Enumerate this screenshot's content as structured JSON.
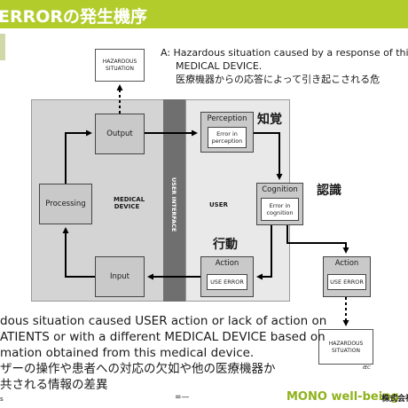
{
  "slide": {
    "title": "ERRORの発生機序"
  },
  "annotation_a": {
    "line1": "A: Hazardous situation caused by a response of this",
    "line2": "MEDICAL DEVICE.",
    "line3": "医療機器からの応答によって引き起こされる危"
  },
  "diagram": {
    "hazard_top": {
      "line1": "HAZARDOUS",
      "line2": "SITUATION"
    },
    "medical_device_label": {
      "line1": "MEDICAL",
      "line2": "DEVICE"
    },
    "user_interface_label": "USER INTERFACE",
    "user_label": "USER",
    "output": "Output",
    "processing": "Processing",
    "input": "Input",
    "perception": {
      "title": "Perception",
      "inner_line1": "Error in",
      "inner_line2": "perception"
    },
    "cognition": {
      "title": "Cognition",
      "inner_line1": "Error in",
      "inner_line2": "cognition"
    },
    "action_left": {
      "title": "Action",
      "inner": "USE ERROR"
    },
    "action_right": {
      "title": "Action",
      "inner": "USE ERROR"
    },
    "hazard_bottom": {
      "line1": "HAZARDOUS",
      "line2": "SITUATION"
    },
    "iec_mark": "IEC",
    "jp_perception": "知覚",
    "jp_cognition": "認識",
    "jp_action": "行動"
  },
  "bottom_text": {
    "line1": "dous situation caused USER action or lack of action on",
    "line2": "ATIENTS or with a different MEDICAL DEVICE based on",
    "line3": "mation obtained from this medical device.",
    "line4": "ザーの操作や患者への対応の欠如や他の医療機器か",
    "line5": "共される情報の差異"
  },
  "footer": {
    "page_fragment": "s",
    "dash": "=—",
    "brand": "MONO well-being",
    "company": "株式会社モ"
  },
  "colors": {
    "title_bar": "#b2cc2c",
    "device_panel": "#d4d4d4",
    "interface_bar": "#6f6f6f",
    "user_panel": "#e9e9e9",
    "box_fill": "#c9c9c9",
    "brand_green": "#8fb21c"
  }
}
